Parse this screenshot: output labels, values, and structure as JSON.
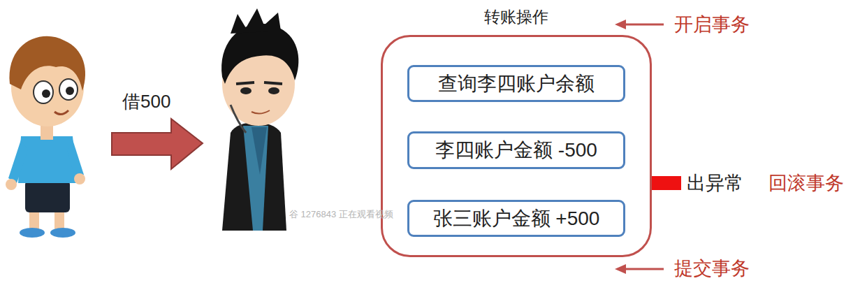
{
  "diagram": {
    "nodes": [
      {
        "text": [
          "转账操作"
        ]
      },
      {
        "text": [
          "查询李四账户余额"
        ],
        "in": 0
      },
      {
        "text": [
          "李四账户金额 -500"
        ],
        "in": 0
      },
      {
        "text": [
          "张三账户金额 +500"
        ],
        "in": 0
      }
    ],
    "labels": [
      "借500",
      "开启事务",
      "出异常",
      "回滚事务",
      "提交事务",
      "谷 1276843 正在观看视频"
    ]
  }
}
